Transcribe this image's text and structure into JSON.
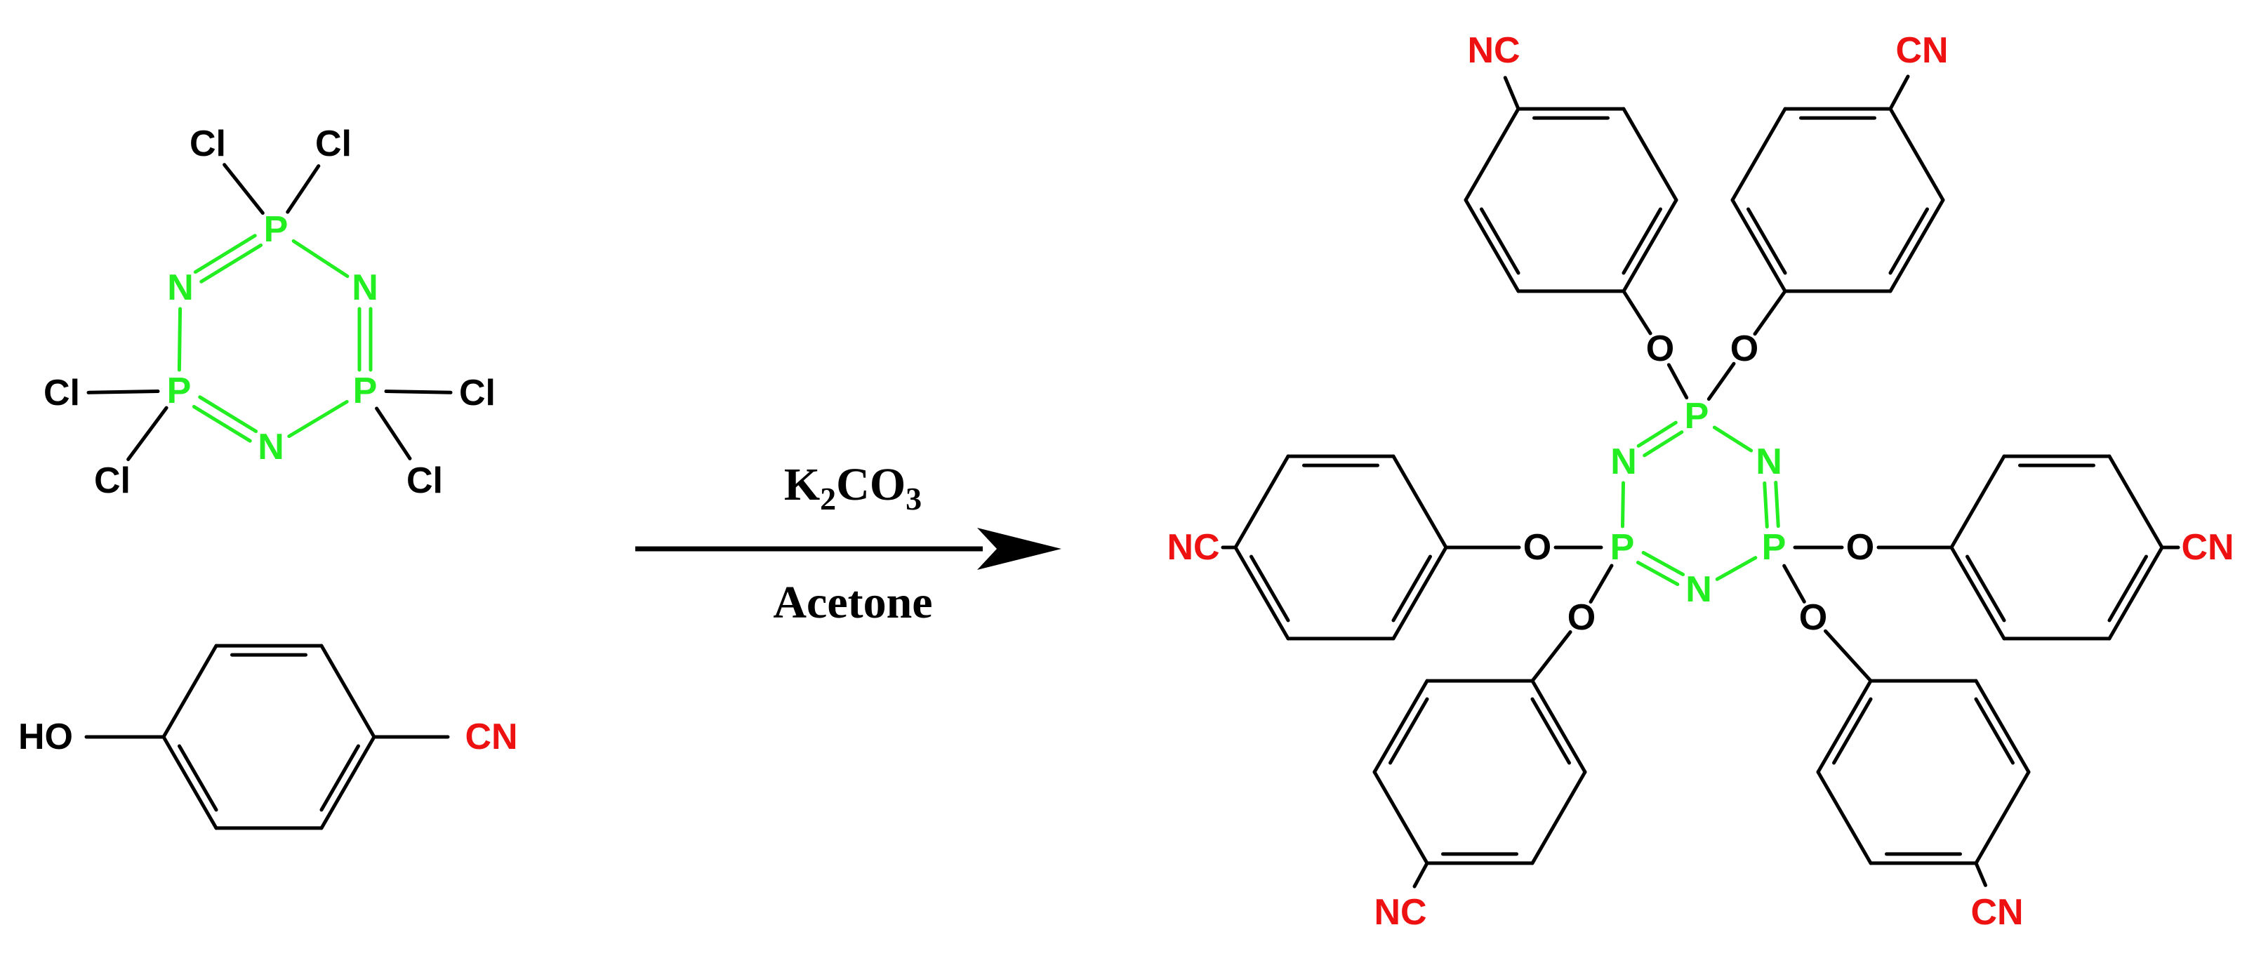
{
  "colors": {
    "bond": "#000000",
    "phosphazene": "#22ee22",
    "nitrile": "#ee1111"
  },
  "reactants": {
    "hexachlorocyclotriphosphazene": {
      "ring_P": "P",
      "ring_N": "N",
      "chlorine": "Cl"
    },
    "phenol": {
      "hydroxyl": "HO",
      "nitrile": "CN"
    }
  },
  "conditions": {
    "base_K": "K",
    "base_sub1": "2",
    "base_CO": "CO",
    "base_sub2": "3",
    "solvent": "Acetone"
  },
  "product": {
    "ring_P": "P",
    "ring_N": "N",
    "oxygen": "O",
    "nitrile_right": "CN",
    "nitrile_left": "NC"
  }
}
